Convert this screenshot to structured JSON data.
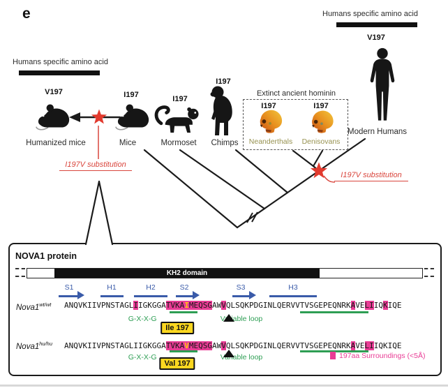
{
  "panel_label": "e",
  "annotations": {
    "left_title": "Humans specific amino acid",
    "right_title": "Humans specific amino acid",
    "left_residue": "V197",
    "right_residue": "V197",
    "substitution_left": "I197V substitution",
    "substitution_right": "I197V substitution"
  },
  "species": [
    {
      "label": "Humanized mice",
      "residue": "V197"
    },
    {
      "label": "Mice",
      "residue": "I197"
    },
    {
      "label": "Mormoset",
      "residue": "I197"
    },
    {
      "label": "Chimps",
      "residue": "I197"
    },
    {
      "label": "Modern Humans"
    }
  ],
  "hominin_box": {
    "title": "Extinct ancient hominin",
    "members": [
      {
        "label": "Neanderthals",
        "residue": "I197"
      },
      {
        "label": "Denisovans",
        "residue": "I197"
      }
    ]
  },
  "protein": {
    "title": "NOVA1 protein",
    "domain_label": "KH2 domain",
    "secondary_structure": [
      "S1",
      "H1",
      "H2",
      "S2",
      "S3",
      "H3"
    ],
    "motif_label": "G-X-X-G",
    "variable_loop_label": "Variable loop",
    "legend_label": "197aa Surroundings (<5Å)",
    "rows": [
      {
        "gene": "Nova1",
        "allele": "wt/wt",
        "residue_box": "Ile 197",
        "segments": [
          {
            "t": "ANQVKIIVPNSTAGL",
            "s": "p"
          },
          {
            "t": "I",
            "s": "h"
          },
          {
            "t": "IGKGGA",
            "s": "p"
          },
          {
            "t": "TVKA",
            "s": "h"
          },
          {
            "t": "I",
            "s": "r"
          },
          {
            "t": "MEQSG",
            "s": "h"
          },
          {
            "t": "AW",
            "s": "p"
          },
          {
            "t": "V",
            "s": "h"
          },
          {
            "t": "QLSQKPDGINLQERVVTVSGEPEQNRK",
            "s": "p"
          },
          {
            "t": "A",
            "s": "h"
          },
          {
            "t": "VE",
            "s": "p"
          },
          {
            "t": "LI",
            "s": "h"
          },
          {
            "t": "IQ",
            "s": "p"
          },
          {
            "t": "K",
            "s": "h"
          },
          {
            "t": "IQE",
            "s": "p"
          }
        ]
      },
      {
        "gene": "Nova1",
        "allele": "hu/hu",
        "residue_box": "Val 197",
        "segments": [
          {
            "t": "ANQVKIIVPNSTAGLIIGKGGA",
            "s": "p"
          },
          {
            "t": "TVKA",
            "s": "h"
          },
          {
            "t": "V",
            "s": "r"
          },
          {
            "t": "MEQSG",
            "s": "h"
          },
          {
            "t": "AW",
            "s": "p"
          },
          {
            "t": "V",
            "s": "h"
          },
          {
            "t": "QLSQKPDGINLQERVVTVSGEPEQNRK",
            "s": "p"
          },
          {
            "t": "A",
            "s": "h"
          },
          {
            "t": "VE",
            "s": "p"
          },
          {
            "t": "LI",
            "s": "h"
          },
          {
            "t": "IQKIQE",
            "s": "p"
          }
        ]
      }
    ]
  },
  "colors": {
    "highlight": "#E93C95",
    "residue_letter": "#FFC20E",
    "green": "#2E9E54",
    "blue": "#3A5BA9",
    "red": "#D9453C",
    "star": "#E23A2E",
    "yellow_box": "#FBD720",
    "hominin_label": "#96914F"
  }
}
